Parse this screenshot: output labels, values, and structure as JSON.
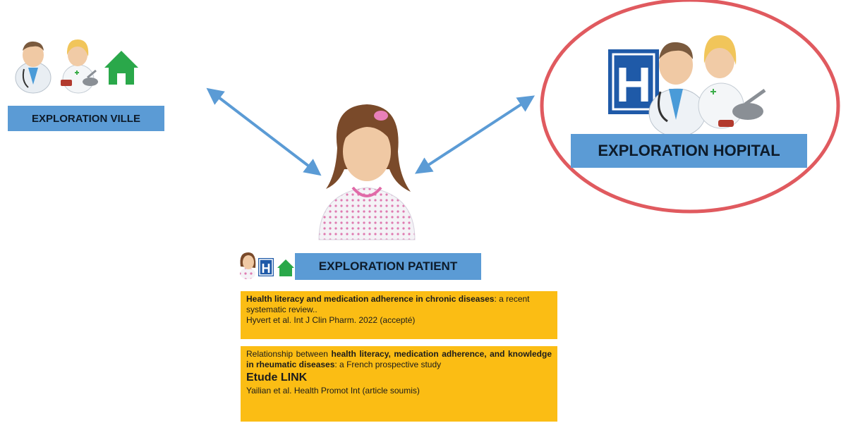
{
  "labels": {
    "ville": "EXPLORATION VILLE",
    "hopital": "EXPLORATION HOPITAL",
    "patient": "EXPLORATION PATIENT"
  },
  "references": [
    {
      "bold_title": "Health literacy and medication adherence in chronic diseases",
      "title_rest": ": a recent systematic review..",
      "citation": "Hyvert et al. Int J Clin Pharm. 2022 (accepté)"
    },
    {
      "title_prefix": "Relationship between ",
      "bold_title": "health literacy, medication adherence, and knowledge in rheumatic diseases",
      "title_rest": ": a French prospective study",
      "study_name": "Etude LINK",
      "citation": "Yailian et al. Health Promot Int (article soumis)"
    }
  ],
  "icons": {
    "hospital_letter": "H"
  },
  "colors": {
    "label_blue": "#5b9bd5",
    "reference_yellow": "#fbbd14",
    "arrow_blue": "#5b9bd5",
    "highlight_red": "#e05a5f",
    "house_green": "#2aa84a",
    "hospital_blue": "#1f5aa8"
  }
}
